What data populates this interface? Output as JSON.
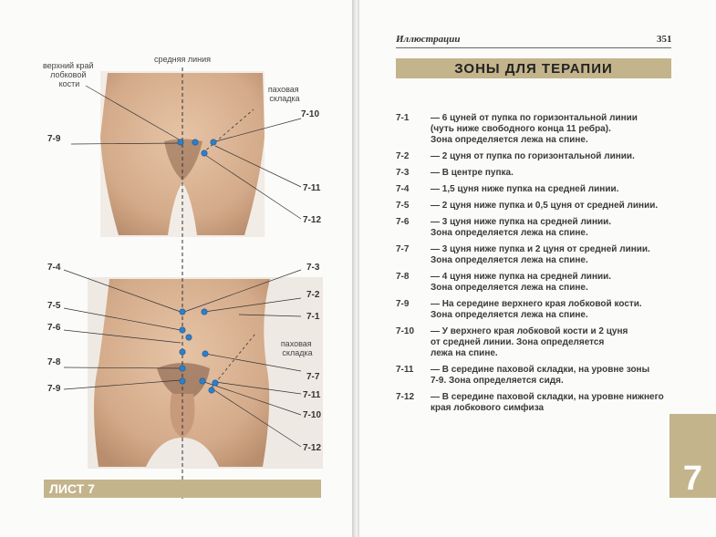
{
  "left_page": {
    "sheet_label": "ЛИСТ 7",
    "labels": {
      "midline": "средняя линия",
      "pubic_edge": "верхний край\nлобковой\nкости",
      "groin_fold_top": "паховая\nскладка",
      "groin_fold_bottom": "паховая\nскладка"
    },
    "top_figure_points": [
      "7-9",
      "7-10",
      "7-11",
      "7-12"
    ],
    "bottom_figure_points": {
      "left": [
        "7-4",
        "7-5",
        "7-6",
        "7-8",
        "7-9"
      ],
      "right": [
        "7-3",
        "7-2",
        "7-1",
        "7-7",
        "7-11",
        "7-10",
        "7-12"
      ]
    }
  },
  "right_page": {
    "running_head": "Иллюстрации",
    "page_number": "351",
    "title": "ЗОНЫ ДЛЯ ТЕРАПИИ",
    "tab_number": "7",
    "zones": [
      {
        "code": "7-1",
        "desc": "— 6 цуней от пупка по горизонтальной линии\n(чуть ниже свободного конца 11 ребра).\nЗона определяется лежа на спине."
      },
      {
        "code": "7-2",
        "desc": "— 2 цуня от пупка по горизонтальной линии."
      },
      {
        "code": "7-3",
        "desc": "— В центре пупка."
      },
      {
        "code": "7-4",
        "desc": "— 1,5 цуня ниже пупка на средней линии."
      },
      {
        "code": "7-5",
        "desc": "— 2 цуня ниже пупка и 0,5 цуня от средней линии."
      },
      {
        "code": "7-6",
        "desc": "— 3 цуня ниже пупка на средней линии.\nЗона определяется лежа на спине."
      },
      {
        "code": "7-7",
        "desc": "— 3 цуня ниже пупка и 2 цуня от средней линии.\nЗона определяется лежа на спине."
      },
      {
        "code": "7-8",
        "desc": "— 4 цуня ниже пупка на средней линии.\nЗона определяется лежа на спине."
      },
      {
        "code": "7-9",
        "desc": "— На середине верхнего края лобковой кости.\nЗона определяется лежа на спине."
      },
      {
        "code": "7-10",
        "desc": "— У верхнего края лобковой кости и 2 цуня\nот средней линии. Зона определяется\nлежа на спине."
      },
      {
        "code": "7-11",
        "desc": "— В середине паховой складки, на уровне зоны\n7-9. Зона определяется сидя."
      },
      {
        "code": "7-12",
        "desc": "— В середине паховой складки, на уровне нижнего\nкрая лобкового симфиза"
      }
    ]
  },
  "colors": {
    "accent_banner": "#c4b48c",
    "point_blue": "#2f7fc8",
    "skin": "#dcb596",
    "text": "#333333"
  }
}
